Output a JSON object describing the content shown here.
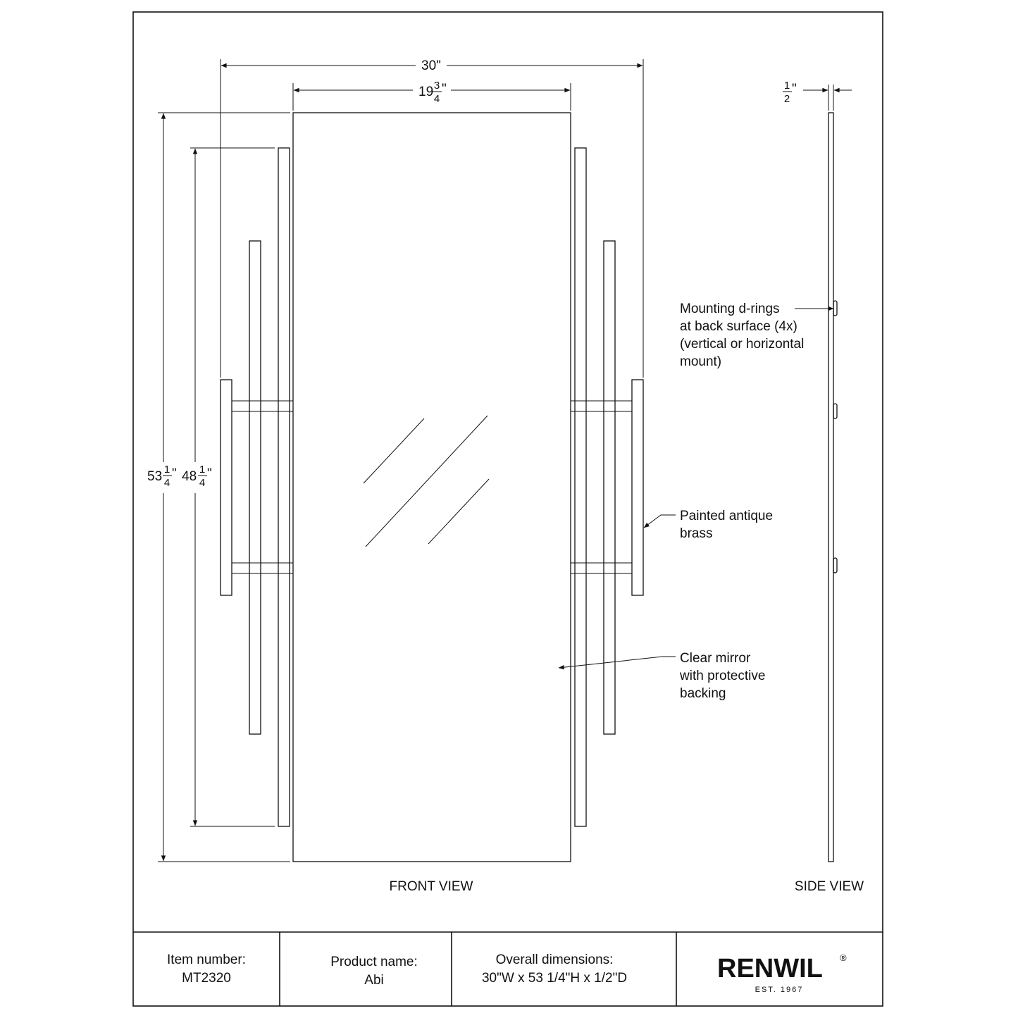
{
  "front": {
    "view_label": "FRONT VIEW",
    "dim_overall_width": "30\"",
    "dim_mirror_width": {
      "whole": "19",
      "num": "3",
      "den": "4",
      "unit": "\""
    },
    "dim_overall_height": {
      "whole": "53",
      "num": "1",
      "den": "4",
      "unit": "\""
    },
    "dim_bar_height": {
      "whole": "48",
      "num": "1",
      "den": "4",
      "unit": "\""
    }
  },
  "side": {
    "view_label": "SIDE VIEW",
    "dim_depth": {
      "num": "1",
      "den": "2",
      "unit": "\""
    }
  },
  "callouts": {
    "drings": [
      "Mounting d-rings",
      "at back surface (4x)",
      "(vertical or horizontal",
      "mount)"
    ],
    "brass": [
      "Painted antique",
      "brass"
    ],
    "mirror": [
      "Clear  mirror",
      "with protective",
      "backing"
    ]
  },
  "titleblock": {
    "item_label": "Item number:",
    "item_value": "MT2320",
    "product_label": "Product name:",
    "product_value": "Abi",
    "dims_label": "Overall dimensions:",
    "dims_value": "30\"W x 53 1/4\"H x 1/2\"D",
    "brand": "RENWIL",
    "brand_mark": "®",
    "est": "EST. 1967"
  }
}
